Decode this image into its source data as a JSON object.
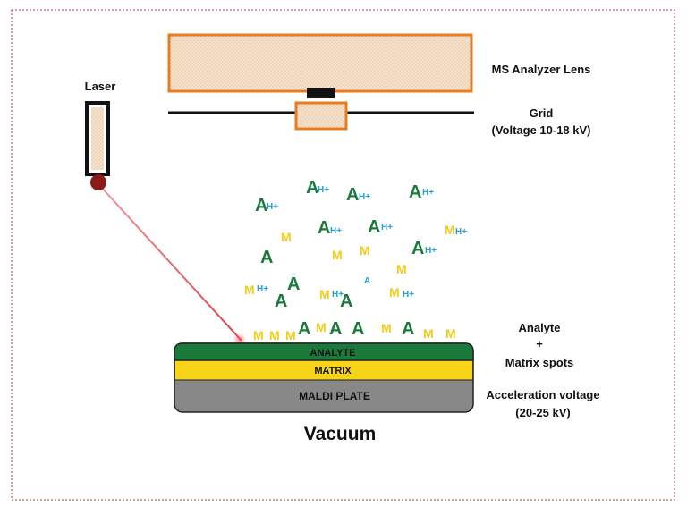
{
  "labels": {
    "laser": "Laser",
    "lens": "MS Analyzer Lens",
    "grid_1": "Grid",
    "grid_2": "(Voltage 10-18 kV)",
    "spots_1": "Analyte",
    "spots_2": "+",
    "spots_3": "Matrix spots",
    "accel_1": "Acceleration voltage",
    "accel_2": "(20-25 kV)",
    "vacuum": "Vacuum",
    "layer_analyte": "ANALYTE",
    "layer_matrix": "MATRIX",
    "layer_plate": "MALDI PLATE"
  },
  "ions": {
    "analyte": "A",
    "matrix": "M",
    "proton": "H+"
  },
  "colors": {
    "analyte": "#1a7a3c",
    "matrix": "#f2cc1a",
    "proton": "#2a9fd6",
    "lens_border": "#e87c1e",
    "lens_fill": "#f5dcc0",
    "laser_dot": "#8b1a1a",
    "beam": "#e0303a",
    "plate": "#888888",
    "frame": "#a0413a"
  }
}
